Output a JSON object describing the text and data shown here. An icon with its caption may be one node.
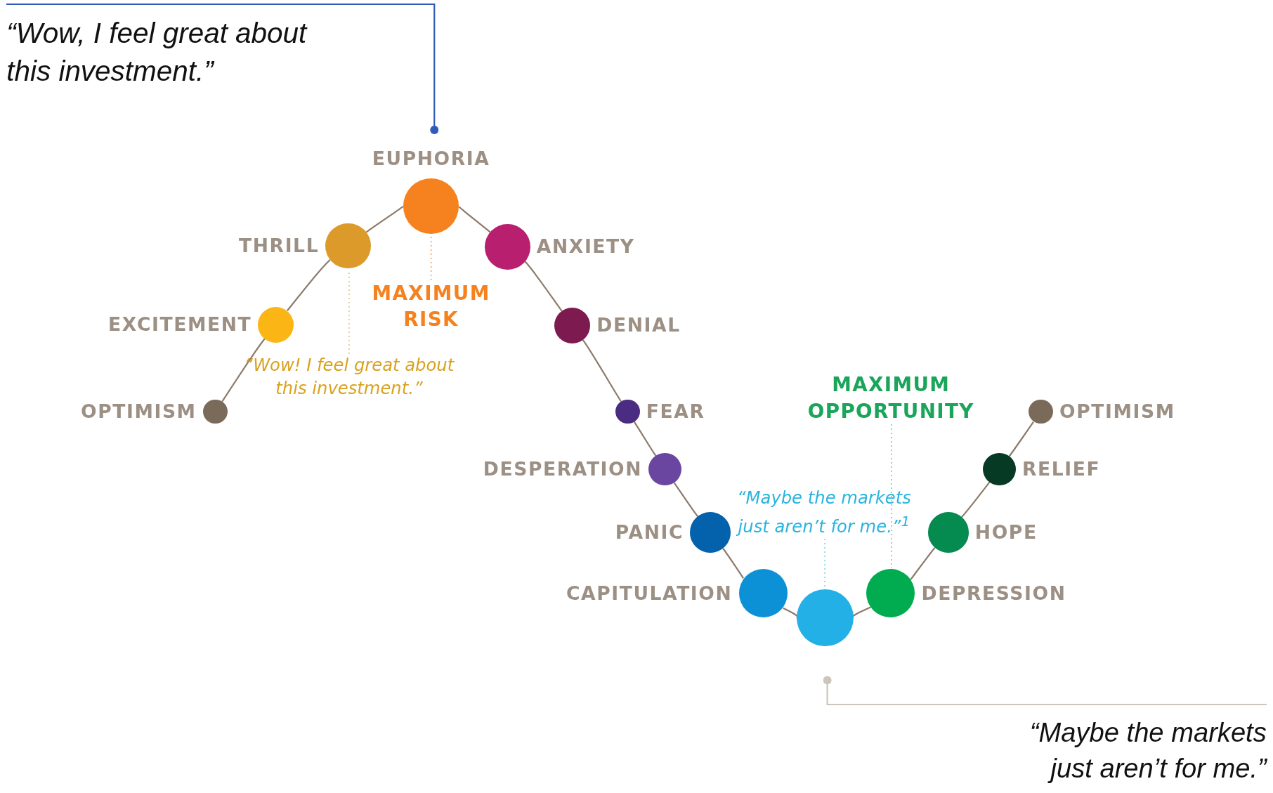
{
  "diagram": {
    "nodes": [
      {
        "text": [],
        "shape": "circle",
        "beside": [
          "OPTIMISM"
        ]
      },
      {
        "text": [],
        "shape": "circle",
        "beside": [
          "EXCITEMENT"
        ]
      },
      {
        "text": [],
        "shape": "circle",
        "beside": [
          "THRILL"
        ]
      },
      {
        "text": [],
        "shape": "circle",
        "beside": [
          "EUPHORIA"
        ]
      },
      {
        "text": [],
        "shape": "circle",
        "beside": [
          "ANXIETY"
        ]
      },
      {
        "text": [],
        "shape": "circle",
        "beside": [
          "DENIAL"
        ]
      },
      {
        "text": [],
        "shape": "circle",
        "beside": [
          "FEAR"
        ]
      },
      {
        "text": [],
        "shape": "circle",
        "beside": [
          "DESPERATION"
        ]
      },
      {
        "text": [],
        "shape": "circle",
        "beside": [
          "PANIC"
        ]
      },
      {
        "text": [],
        "shape": "circle",
        "beside": [
          "CAPITULATION"
        ]
      },
      {
        "text": [],
        "shape": "circle"
      },
      {
        "text": [],
        "shape": "circle",
        "beside": [
          "DEPRESSION"
        ]
      },
      {
        "text": [],
        "shape": "circle",
        "beside": [
          "HOPE"
        ]
      },
      {
        "text": [],
        "shape": "circle",
        "beside": [
          "RELIEF"
        ]
      },
      {
        "text": [],
        "shape": "circle",
        "beside": [
          "OPTIMISM"
        ]
      },
      {
        "text": [
          "MAXIMUM RISK"
        ]
      },
      {
        "text": [
          "“Wow! I feel great about this investment.”"
        ]
      },
      {
        "text": [
          "MAXIMUM OPPORTUNITY"
        ]
      },
      {
        "text": [
          "“Maybe the markets just aren’t for me.”$^{1}$"
        ]
      },
      {
        "text": [
          "“Wow, I feel great about this investment.”"
        ]
      },
      {
        "text": [
          "“Maybe the markets just aren’t for me.”"
        ]
      }
    ],
    "edges": [
      {
        "from": 0,
        "to": 1,
        "arrow": "none"
      },
      {
        "from": 1,
        "to": 2,
        "arrow": "none"
      },
      {
        "from": 2,
        "to": 3,
        "arrow": "none"
      },
      {
        "from": 3,
        "to": 4,
        "arrow": "none"
      },
      {
        "from": 4,
        "to": 5,
        "arrow": "none"
      },
      {
        "from": 5,
        "to": 6,
        "arrow": "none"
      },
      {
        "from": 6,
        "to": 7,
        "arrow": "none"
      },
      {
        "from": 7,
        "to": 8,
        "arrow": "none"
      },
      {
        "from": 8,
        "to": 9,
        "arrow": "none"
      },
      {
        "from": 9,
        "to": 10,
        "arrow": "none"
      },
      {
        "from": 10,
        "to": 11,
        "arrow": "none"
      },
      {
        "from": 11,
        "to": 12,
        "arrow": "none"
      },
      {
        "from": 12,
        "to": 13,
        "arrow": "none"
      },
      {
        "from": 13,
        "to": 14,
        "arrow": "none"
      },
      {
        "from": 15,
        "to": 3,
        "arrow": "none",
        "style": "dashed",
        "color": "#f5a05a"
      },
      {
        "from": 16,
        "to": 2,
        "arrow": "none",
        "style": "dashed",
        "color": "#e0c080"
      },
      {
        "from": 17,
        "to": 11,
        "arrow": "none",
        "style": "dashed",
        "color": "#7fc8c0"
      },
      {
        "from": 18,
        "to": 10,
        "arrow": "none",
        "style": "dashed",
        "color": "#7fd0ea"
      },
      {
        "from": 19,
        "to": 3,
        "arrow": "other",
        "color": "#2e5cb8"
      },
      {
        "from": 20,
        "to": 10,
        "arrow": "other",
        "color": "#cdc5ba"
      }
    ]
  }
}
